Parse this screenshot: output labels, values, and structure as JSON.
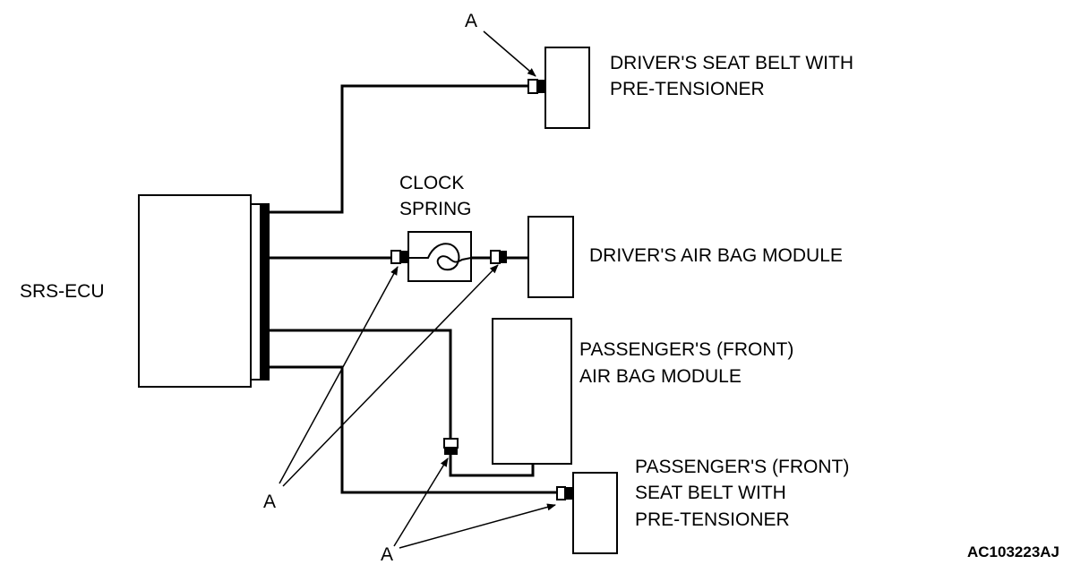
{
  "diagram": {
    "srs_ecu": "SRS-ECU",
    "driver_seat_belt": {
      "line1": "DRIVER'S SEAT BELT WITH",
      "line2": "PRE-TENSIONER"
    },
    "clock_spring": {
      "line1": "CLOCK",
      "line2": "SPRING"
    },
    "driver_airbag": "DRIVER'S AIR BAG MODULE",
    "passenger_airbag": {
      "line1": "PASSENGER'S (FRONT)",
      "line2": "AIR BAG MODULE"
    },
    "passenger_seat_belt": {
      "line1": "PASSENGER'S (FRONT)",
      "line2": "SEAT BELT WITH",
      "line3": "PRE-TENSIONER"
    },
    "connector_label": "A",
    "figure_id": "AC103223AJ"
  },
  "colors": {
    "line": "#000000",
    "background": "#ffffff"
  }
}
